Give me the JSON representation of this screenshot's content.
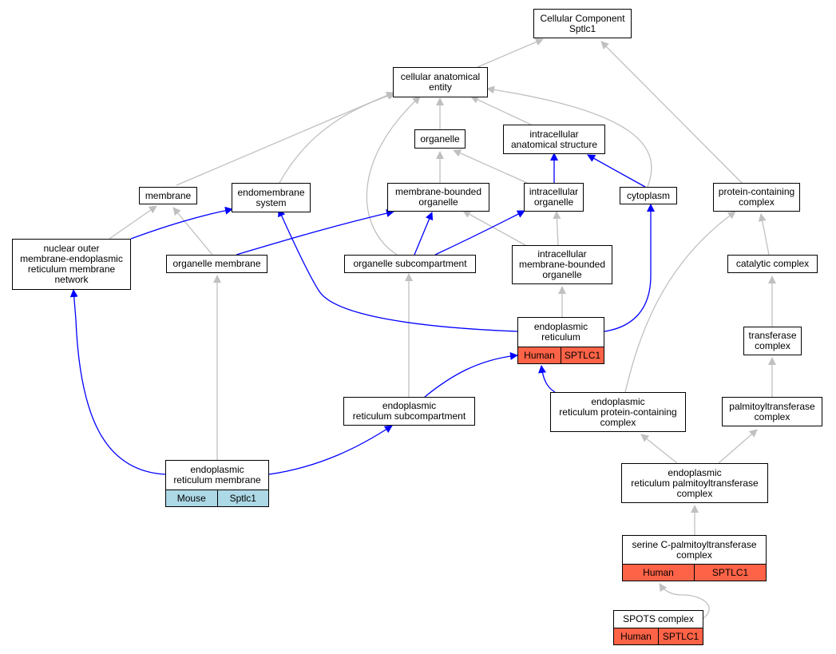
{
  "colors": {
    "human_tag": "#ff6347",
    "mouse_tag": "#add8e6",
    "is_a_edge": "#c0c0c0",
    "part_of_edge": "#0000ff",
    "node_border": "#000000"
  },
  "nodes": {
    "cc_root": {
      "lines": [
        "Cellular Component",
        "Sptlc1"
      ]
    },
    "anatomical_entity": {
      "lines": [
        "cellular anatomical",
        "entity"
      ]
    },
    "organelle": {
      "lines": [
        "organelle"
      ]
    },
    "intracellular_structure": {
      "lines": [
        "intracellular",
        "anatomical structure"
      ]
    },
    "membrane": {
      "lines": [
        "membrane"
      ]
    },
    "endomembrane_system": {
      "lines": [
        "endomembrane",
        "system"
      ]
    },
    "membrane_bounded_organelle": {
      "lines": [
        "membrane-bounded",
        "organelle"
      ]
    },
    "intracellular_organelle": {
      "lines": [
        "intracellular",
        "organelle"
      ]
    },
    "cytoplasm": {
      "lines": [
        "cytoplasm"
      ]
    },
    "protein_containing_complex": {
      "lines": [
        "protein-containing",
        "complex"
      ]
    },
    "nuclear_outer_membrane": {
      "lines": [
        "nuclear outer",
        "membrane-endoplasmic",
        "reticulum membrane",
        "network"
      ]
    },
    "organelle_membrane": {
      "lines": [
        "organelle membrane"
      ]
    },
    "organelle_subcompartment": {
      "lines": [
        "organelle subcompartment"
      ]
    },
    "intracellular_mb_organelle": {
      "lines": [
        "intracellular",
        "membrane-bounded",
        "organelle"
      ]
    },
    "catalytic_complex": {
      "lines": [
        "catalytic complex"
      ]
    },
    "endoplasmic_reticulum": {
      "lines": [
        "endoplasmic",
        "reticulum"
      ],
      "tags": [
        "Human",
        "SPTLC1"
      ],
      "tag_color": "#ff6347"
    },
    "transferase_complex": {
      "lines": [
        "transferase",
        "complex"
      ]
    },
    "er_subcompartment": {
      "lines": [
        "endoplasmic",
        "reticulum subcompartment"
      ]
    },
    "er_protein_complex": {
      "lines": [
        "endoplasmic",
        "reticulum protein-containing",
        "complex"
      ]
    },
    "palmitoyltransferase_complex": {
      "lines": [
        "palmitoyltransferase",
        "complex"
      ]
    },
    "er_membrane": {
      "lines": [
        "endoplasmic",
        "reticulum membrane"
      ],
      "tags": [
        "Mouse",
        "Sptlc1"
      ],
      "tag_color": "#add8e6"
    },
    "er_palmitoyltransferase_complex": {
      "lines": [
        "endoplasmic",
        "reticulum palmitoyltransferase",
        "complex"
      ]
    },
    "serine_cpt_complex": {
      "lines": [
        "serine C-palmitoyltransferase",
        "complex"
      ],
      "tags": [
        "Human",
        "SPTLC1"
      ],
      "tag_color": "#ff6347"
    },
    "spots_complex": {
      "lines": [
        "SPOTS complex"
      ],
      "tags": [
        "Human",
        "SPTLC1"
      ],
      "tag_color": "#ff6347"
    }
  }
}
